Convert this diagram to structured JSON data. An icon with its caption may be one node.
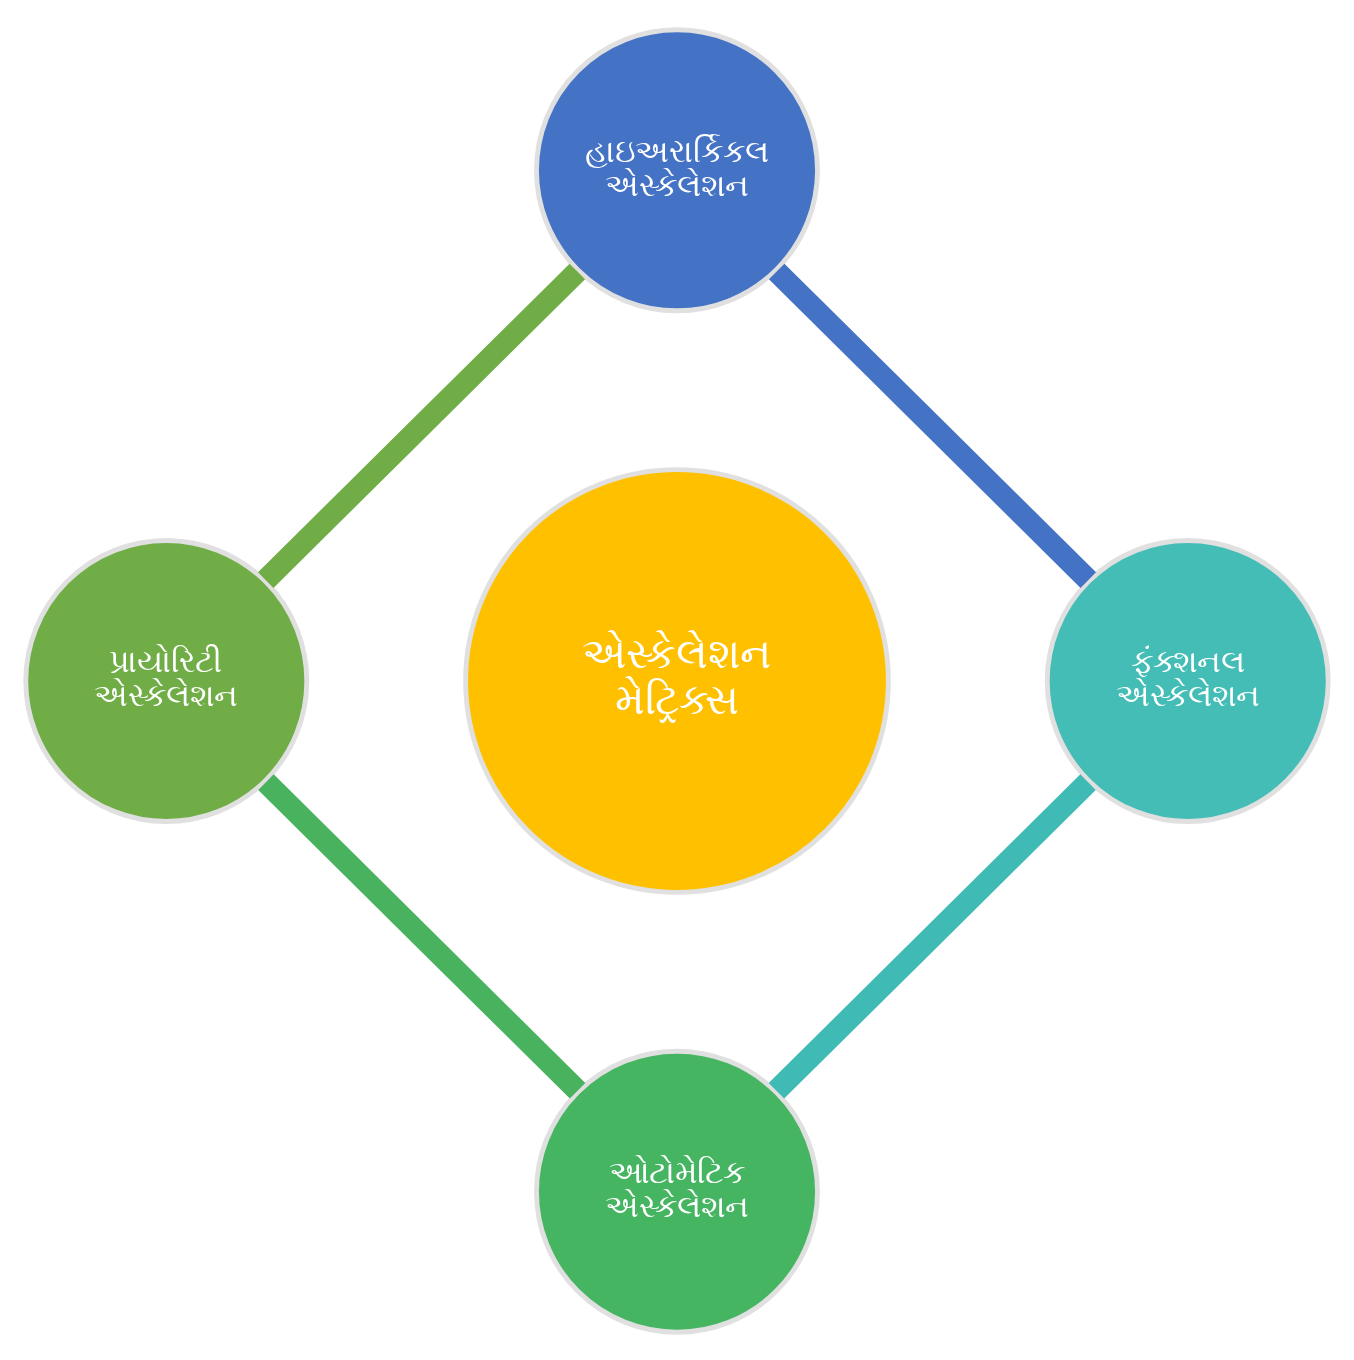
{
  "diagram": {
    "nodes": [
      {
        "text": [
          "હાઇઅરાર્કિકલ એસ્કેલેશન"
        ]
      },
      {
        "text": [
          "પ્રાયોરિટી એસ્કેલેશન"
        ]
      },
      {
        "text": [
          "એસ્કેલેશન મેટ્રિક્સ"
        ]
      },
      {
        "text": [
          "ફંક્શનલ એસ્કેલેશન"
        ]
      },
      {
        "text": [
          "ઓટોમેટિક એસ્કેલેશન"
        ]
      }
    ],
    "edges": [
      {
        "from": 0,
        "to": 3,
        "arrow": "none",
        "color": "#4472c4"
      },
      {
        "from": 3,
        "to": 4,
        "arrow": "none",
        "color": "#40bab5"
      },
      {
        "from": 1,
        "to": 4,
        "arrow": "none",
        "color": "#48b25e"
      },
      {
        "from": 0,
        "to": 1,
        "arrow": "none",
        "color": "#70ad47"
      }
    ]
  }
}
